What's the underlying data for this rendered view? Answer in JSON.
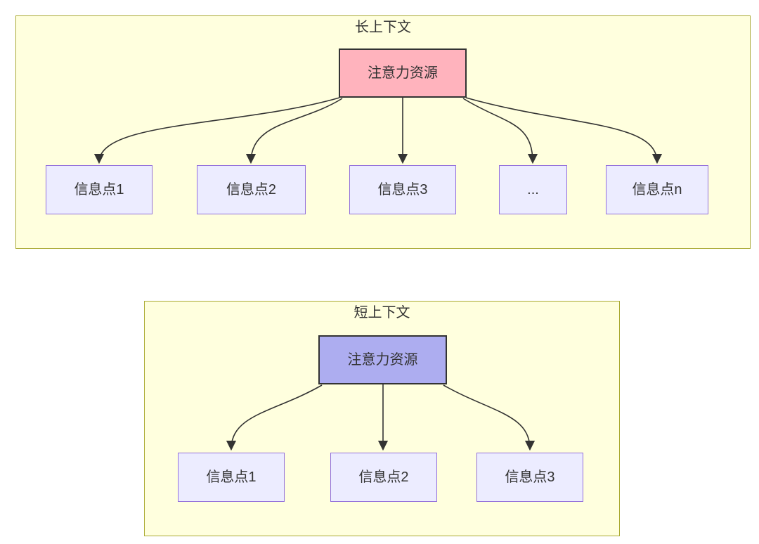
{
  "long_context": {
    "title": "长上下文",
    "attention_label": "注意力资源",
    "nodes": [
      {
        "label": "信息点1"
      },
      {
        "label": "信息点2"
      },
      {
        "label": "信息点3"
      },
      {
        "label": "..."
      },
      {
        "label": "信息点n"
      }
    ]
  },
  "short_context": {
    "title": "短上下文",
    "attention_label": "注意力资源",
    "nodes": [
      {
        "label": "信息点1"
      },
      {
        "label": "信息点2"
      },
      {
        "label": "信息点3"
      }
    ]
  },
  "colors": {
    "cluster_fill": "#ffffde",
    "cluster_border": "#aaaa33",
    "info_node_fill": "#ececff",
    "info_node_border": "#9370db",
    "attention_long_fill": "#ffb3bd",
    "attention_short_fill": "#adadf0",
    "node_dark_border": "#333333",
    "edge": "#333333",
    "text": "#333333"
  }
}
